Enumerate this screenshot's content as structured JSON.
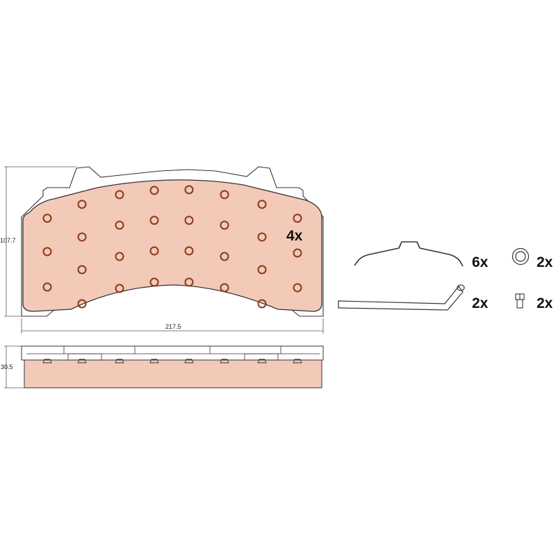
{
  "colors": {
    "pad_fill": "#f3c9b8",
    "outline": "#333333",
    "rivet": "#8b3a16",
    "dim_line": "#555555"
  },
  "dimensions": {
    "height": "107.7",
    "width": "217.5",
    "thickness": "30.5"
  },
  "quantities": {
    "pads": "4x",
    "springs": "6x",
    "rings": "2x",
    "pins": "2x",
    "bolts": "2x"
  },
  "icons": {
    "spring": "spring-clip-icon",
    "ring": "ring-icon",
    "pin": "retaining-pin-icon",
    "bolt": "bolt-icon"
  }
}
